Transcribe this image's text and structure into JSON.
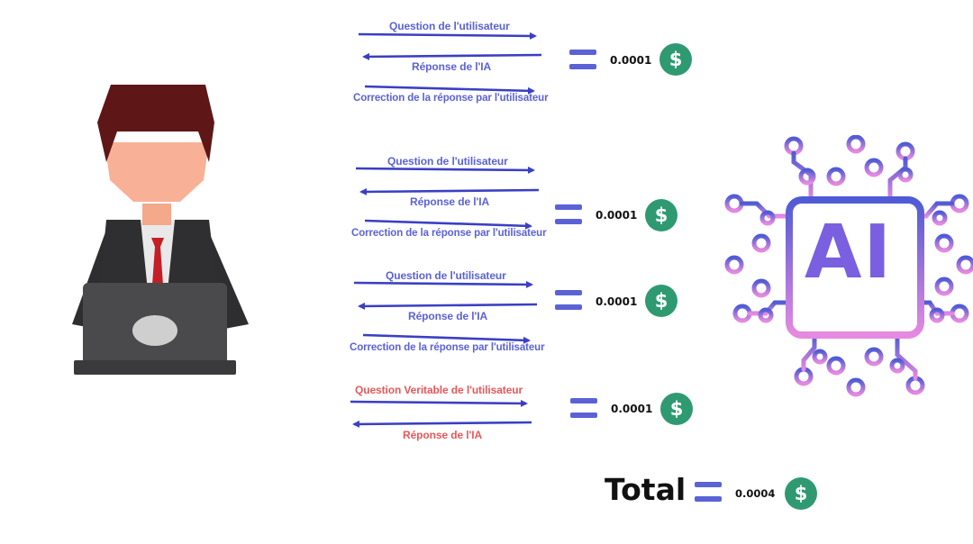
{
  "groups": [
    {
      "question": "Question de l'utilisateur",
      "answer": "Réponse de l'IA",
      "correction": "Correction de la réponse par l'utilisateur",
      "amount": "0.0001",
      "currency_symbol": "$"
    },
    {
      "question": "Question de l'utilisateur",
      "answer": "Réponse de l'IA",
      "correction": "Correction de la réponse par l'utilisateur",
      "amount": "0.0001",
      "currency_symbol": "$"
    },
    {
      "question": "Question de l'utilisateur",
      "answer": "Réponse de l'IA",
      "correction": "Correction de la réponse par l'utilisateur",
      "amount": "0.0001",
      "currency_symbol": "$"
    },
    {
      "question": "Question Veritable de l'utilisateur",
      "answer": "Réponse de l'IA",
      "amount": "0.0001",
      "currency_symbol": "$"
    }
  ],
  "total": {
    "label": "Total",
    "amount": "0.0004",
    "currency_symbol": "$"
  },
  "ai_chip": {
    "text": "AI"
  },
  "colors": {
    "arrow": "#3a3fc4",
    "label_blue": "#5b62d6",
    "label_red": "#e8575a",
    "dollar_green": "#2f9a72",
    "ai_gradient_start": "#4f5bd5",
    "ai_gradient_end": "#e58ae0"
  },
  "icons": {
    "person": "person-with-laptop-illustration",
    "ai": "ai-chip-circuit-icon",
    "currency": "dollar-coin-icon",
    "equals": "equals-icon"
  }
}
